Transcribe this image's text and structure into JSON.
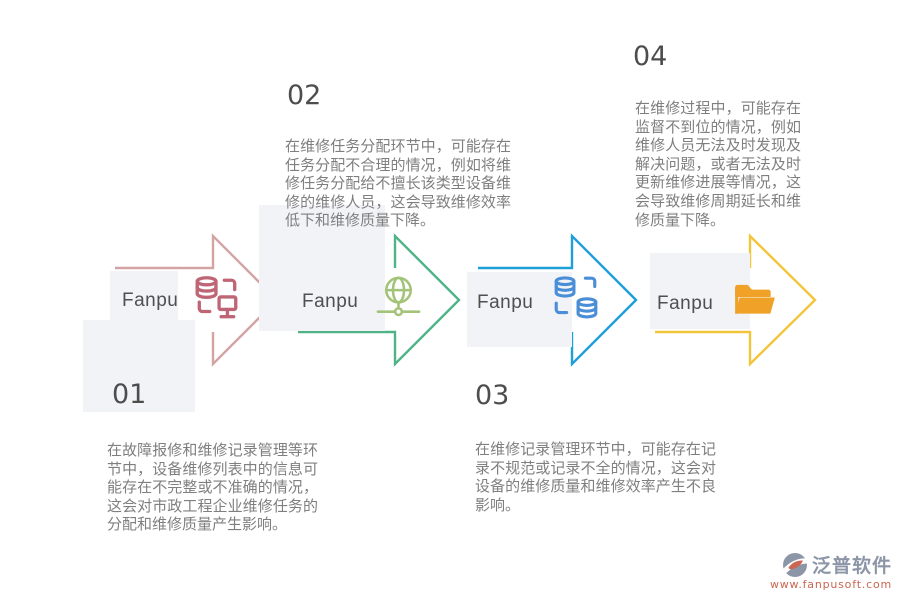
{
  "page": {
    "background": "#ffffff"
  },
  "brand_label": "Fanpu",
  "steps": [
    {
      "number": "01",
      "label": "Fanpu",
      "icon": "database-monitor-icon",
      "arrow_color": "#d2a4a4",
      "icon_color": "#bf6676",
      "text_position": "below",
      "description": "在故障报修和维修记录管理等环节中，设备维修列表中的信息可能存在不完整或不准确的情况，这会对市政工程企业维修任务的分配和维修质量产生影响。"
    },
    {
      "number": "02",
      "label": "Fanpu",
      "icon": "globe-network-icon",
      "arrow_color": "#4eb386",
      "icon_color": "#a3c379",
      "text_position": "above",
      "description": "在维修任务分配环节中，可能存在任务分配不合理的情况，例如将维修任务分配给不擅长该类型设备维修的维修人员，这会导致维修效率低下和维修质量下降。"
    },
    {
      "number": "03",
      "label": "Fanpu",
      "icon": "database-sync-icon",
      "arrow_color": "#1f9fd8",
      "icon_color": "#4a8ed8",
      "text_position": "below",
      "description": "在维修记录管理环节中，可能存在记录不规范或记录不全的情况，这会对设备的维修质量和维修效率产生不良影响。"
    },
    {
      "number": "04",
      "label": "Fanpu",
      "icon": "folder-open-icon",
      "arrow_color": "#f2c53a",
      "icon_color": "#f0a127",
      "text_position": "above",
      "description": "在维修过程中，可能存在监督不到位的情况，例如维修人员无法及时发现及解决问题，或者无法及时更新维修进展等情况，这会导致维修周期延长和维修质量下降。"
    }
  ],
  "logo": {
    "name": "泛普软件",
    "url": "www.fanpusoft.com",
    "name_color": "#8c96a7",
    "accent_color": "#ca6651"
  }
}
